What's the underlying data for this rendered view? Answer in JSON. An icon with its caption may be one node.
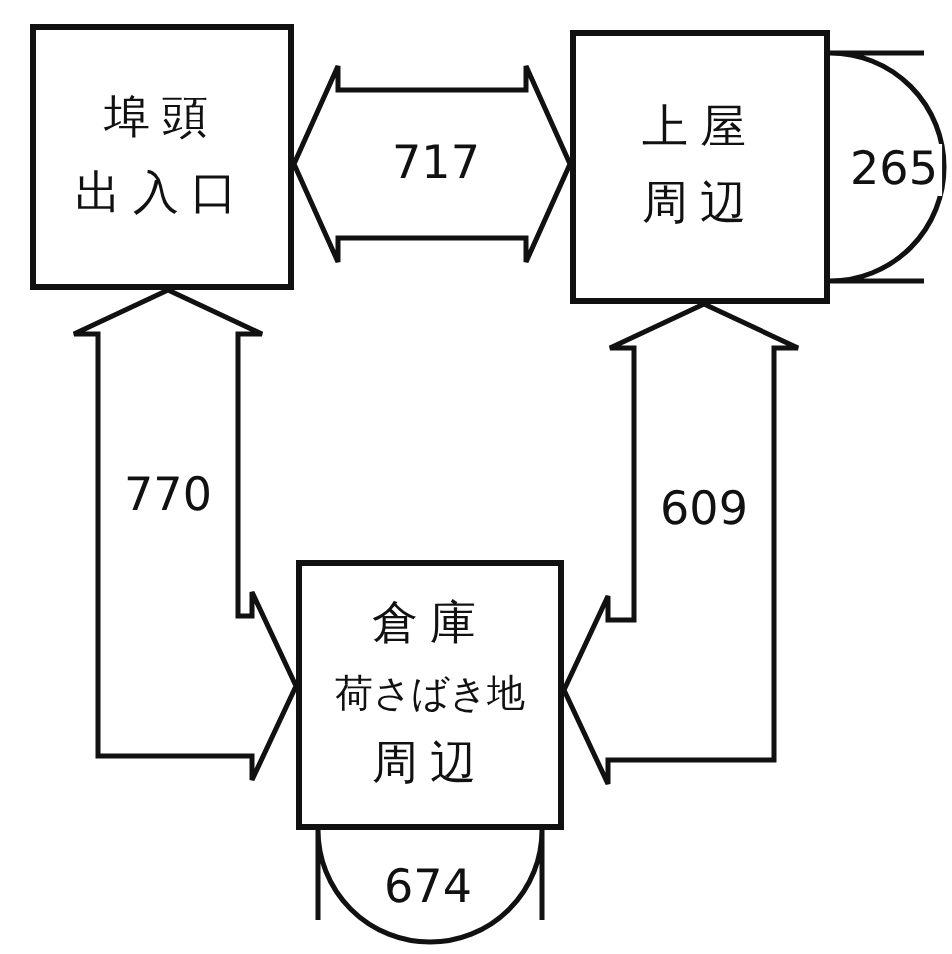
{
  "diagram": {
    "nodes": [
      {
        "text": [
          "埠頭",
          "出入口"
        ]
      },
      {
        "text": [
          "上屋",
          "周辺"
        ]
      },
      {
        "text": [
          "倉庫",
          "荷さばき地",
          "周辺"
        ]
      }
    ],
    "edges": [
      {
        "from": 0,
        "to": 1,
        "arrow": "both",
        "label": "717"
      },
      {
        "from": 1,
        "to": 1,
        "arrow": "none",
        "label": "265"
      },
      {
        "from": 2,
        "to": 0,
        "arrow": "both",
        "label": "770"
      },
      {
        "from": 2,
        "to": 1,
        "arrow": "both",
        "label": "609"
      },
      {
        "from": 2,
        "to": 2,
        "arrow": "none",
        "label": "674"
      }
    ]
  }
}
